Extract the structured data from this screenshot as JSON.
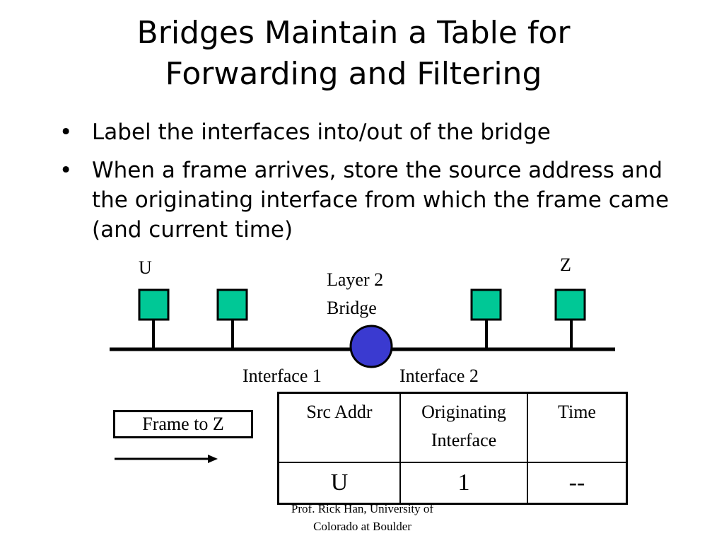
{
  "title": {
    "line1": "Bridges Maintain a Table for",
    "line2": "Forwarding and Filtering"
  },
  "bullets": [
    "Label the interfaces into/out of the bridge",
    "When a frame arrives, store the source address and the originating interface from which the frame came (and current time)"
  ],
  "diagram": {
    "host_u_label": "U",
    "host_z_label": "Z",
    "bridge_label_line1": "Layer 2",
    "bridge_label_line2": "Bridge",
    "interface1_label": "Interface 1",
    "interface2_label": "Interface 2",
    "frame_label": "Frame to Z",
    "host_color": "#00c896",
    "bridge_color": "#3a3ad0"
  },
  "table": {
    "headers": [
      "Src Addr",
      "Originating Interface",
      "Time"
    ],
    "rows": [
      [
        "U",
        "1",
        "--"
      ]
    ]
  },
  "footer": {
    "line1": "Prof. Rick Han, University of",
    "line2": "Colorado at Boulder"
  }
}
